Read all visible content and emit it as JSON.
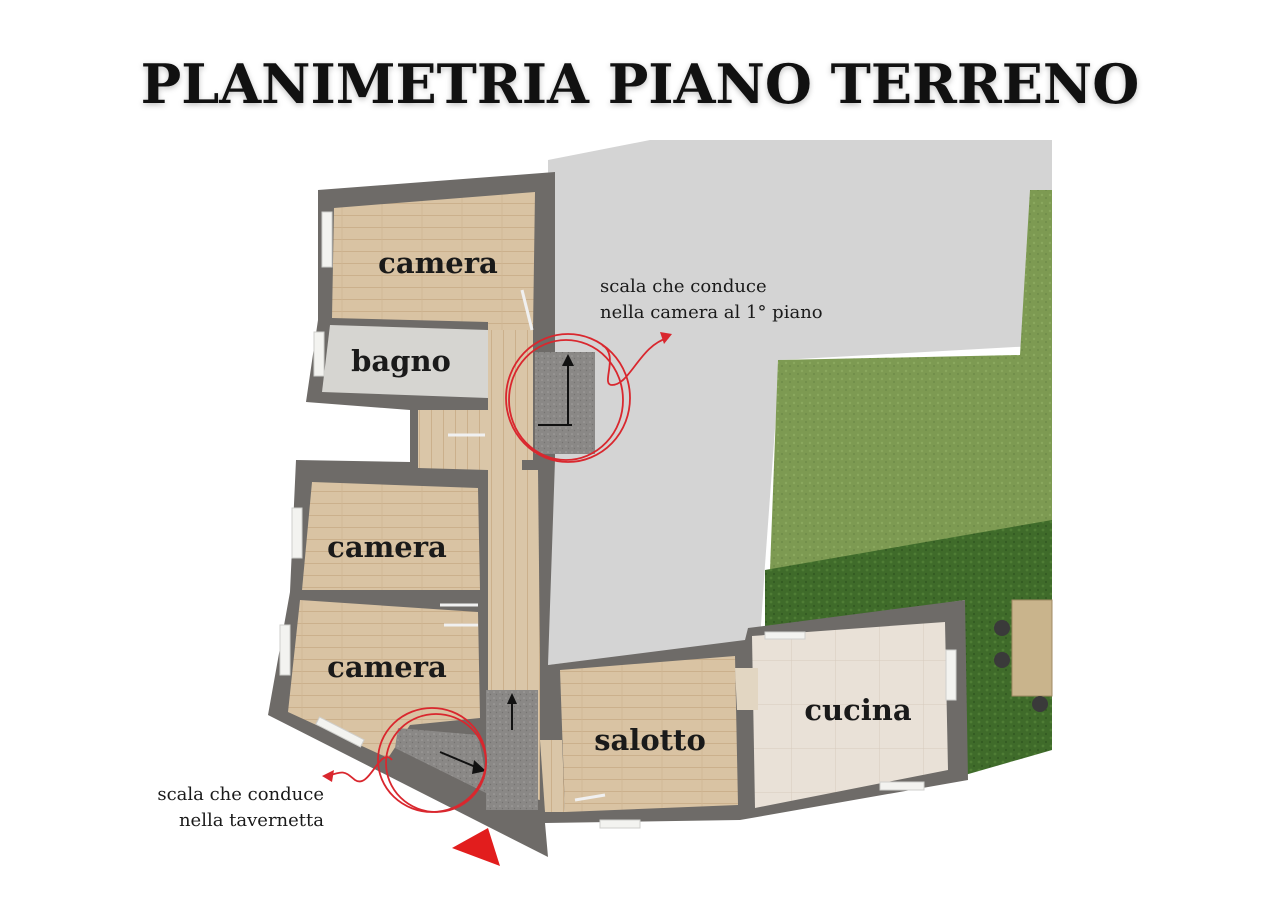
{
  "title": "PLANIMETRIA PIANO TERRENO",
  "rooms": {
    "camera_top": "camera",
    "bagno": "bagno",
    "camera_mid": "camera",
    "camera_low": "camera",
    "salotto": "salotto",
    "cucina": "cucina"
  },
  "annotations": {
    "stair_up_line1": "scala che conduce",
    "stair_up_line2": "nella camera al 1° piano",
    "stair_down_line1": "scala che conduce",
    "stair_down_line2": "nella tavernetta"
  },
  "colors": {
    "wall": "#6b6967",
    "wood_floor": "#d8c2a2",
    "tile_floor": "#e6ddd2",
    "bath_floor": "#d4d3cf",
    "courtyard": "#d2d2d2",
    "lawn": "#7f9a55",
    "annotation_red": "#d9272e"
  }
}
